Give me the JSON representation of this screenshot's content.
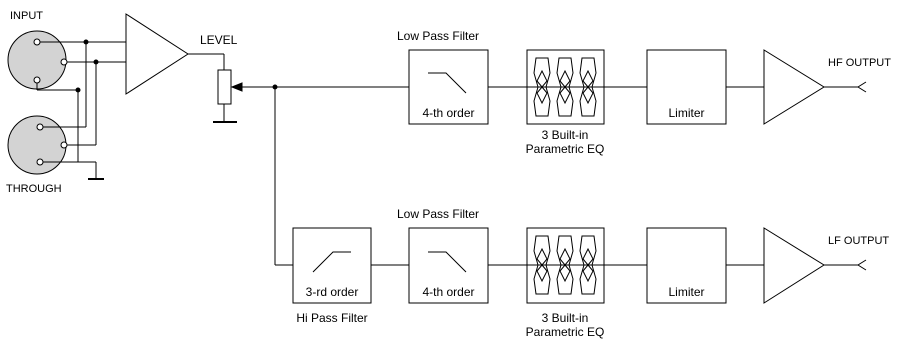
{
  "inputs": {
    "input_label": "INPUT",
    "through_label": "THROUGH",
    "level_label": "LEVEL"
  },
  "hf_chain": {
    "lowpass_title": "Low Pass Filter",
    "lowpass_order": "4-th order",
    "eq_caption_line1": "3  Built-in",
    "eq_caption_line2": "Parametric  EQ",
    "limiter_label": "Limiter",
    "output_label": "HF OUTPUT"
  },
  "lf_chain": {
    "lowpass_title": "Low Pass Filter",
    "hipass_order": "3-rd order",
    "hipass_title": "Hi Pass Filter",
    "lowpass_order": "4-th order",
    "eq_caption_line1": "3  Built-in",
    "eq_caption_line2": "Parametric  EQ",
    "limiter_label": "Limiter",
    "output_label": "LF OUTPUT"
  },
  "colors": {
    "line": "#000000",
    "connector_fill": "#d3d3d3",
    "background": "#ffffff"
  }
}
